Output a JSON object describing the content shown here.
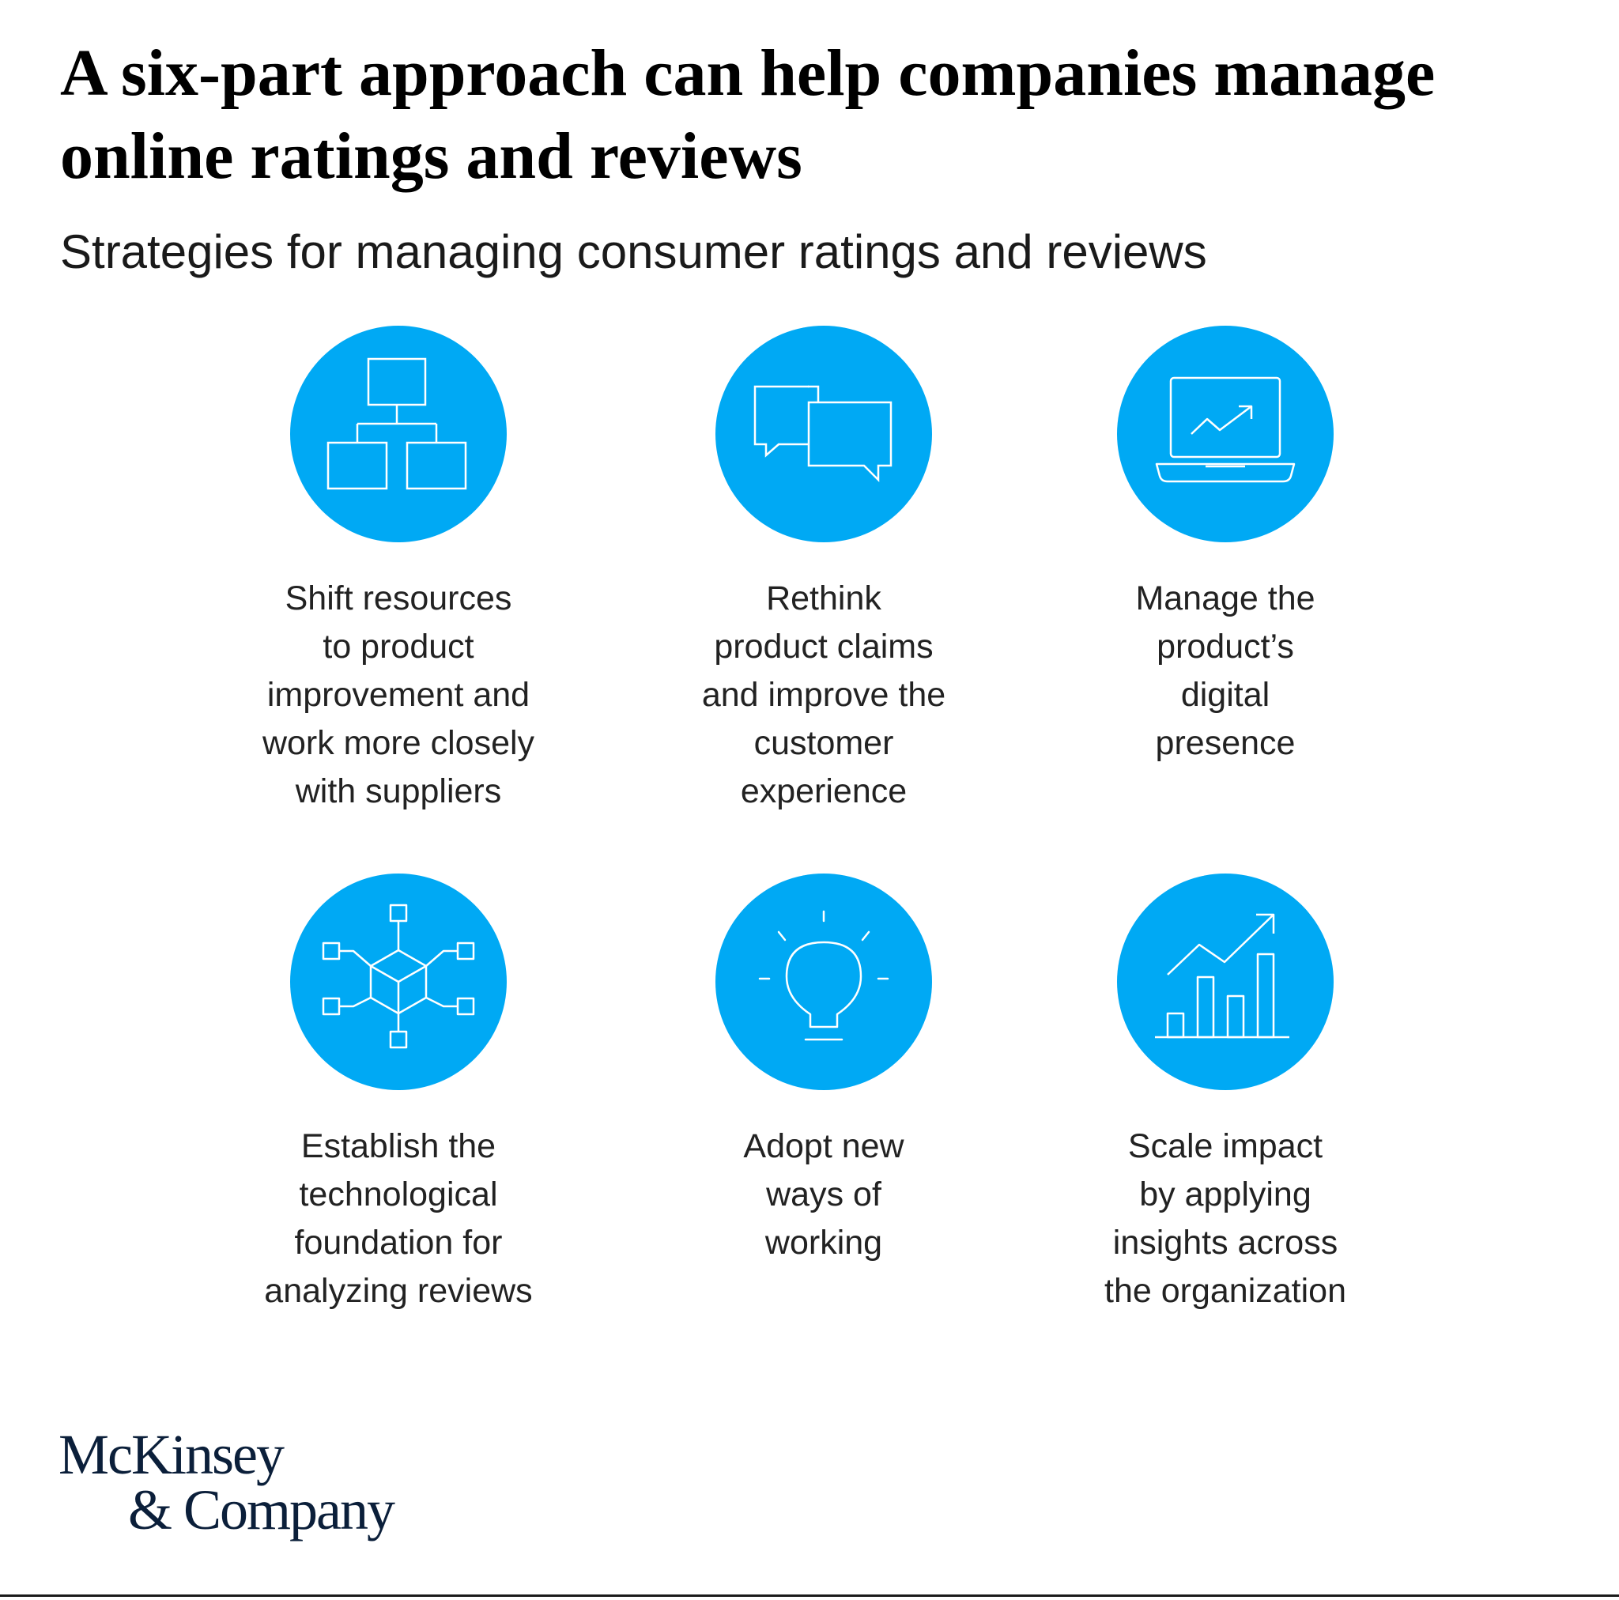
{
  "title": "A six-part approach can help companies manage online ratings and reviews",
  "subtitle": "Strategies for managing consumer ratings and reviews",
  "accent_color": "#00a9f4",
  "steps": [
    {
      "icon": "org-chart-icon",
      "label": "Shift resources\nto product\nimprovement and\nwork more closely\nwith suppliers"
    },
    {
      "icon": "speech-bubbles-icon",
      "label": "Rethink\nproduct claims\nand improve the\ncustomer\nexperience"
    },
    {
      "icon": "laptop-trend-icon",
      "label": "Manage the\nproduct’s\ndigital\npresence"
    },
    {
      "icon": "network-cube-icon",
      "label": "Establish the\ntechnological\nfoundation for\nanalyzing reviews"
    },
    {
      "icon": "lightbulb-icon",
      "label": "Adopt new\nways of\nworking"
    },
    {
      "icon": "bar-chart-growth-icon",
      "label": "Scale impact\nby applying\ninsights across\nthe organization"
    }
  ],
  "logo": {
    "line1": "McKinsey",
    "line2": "& Company"
  }
}
